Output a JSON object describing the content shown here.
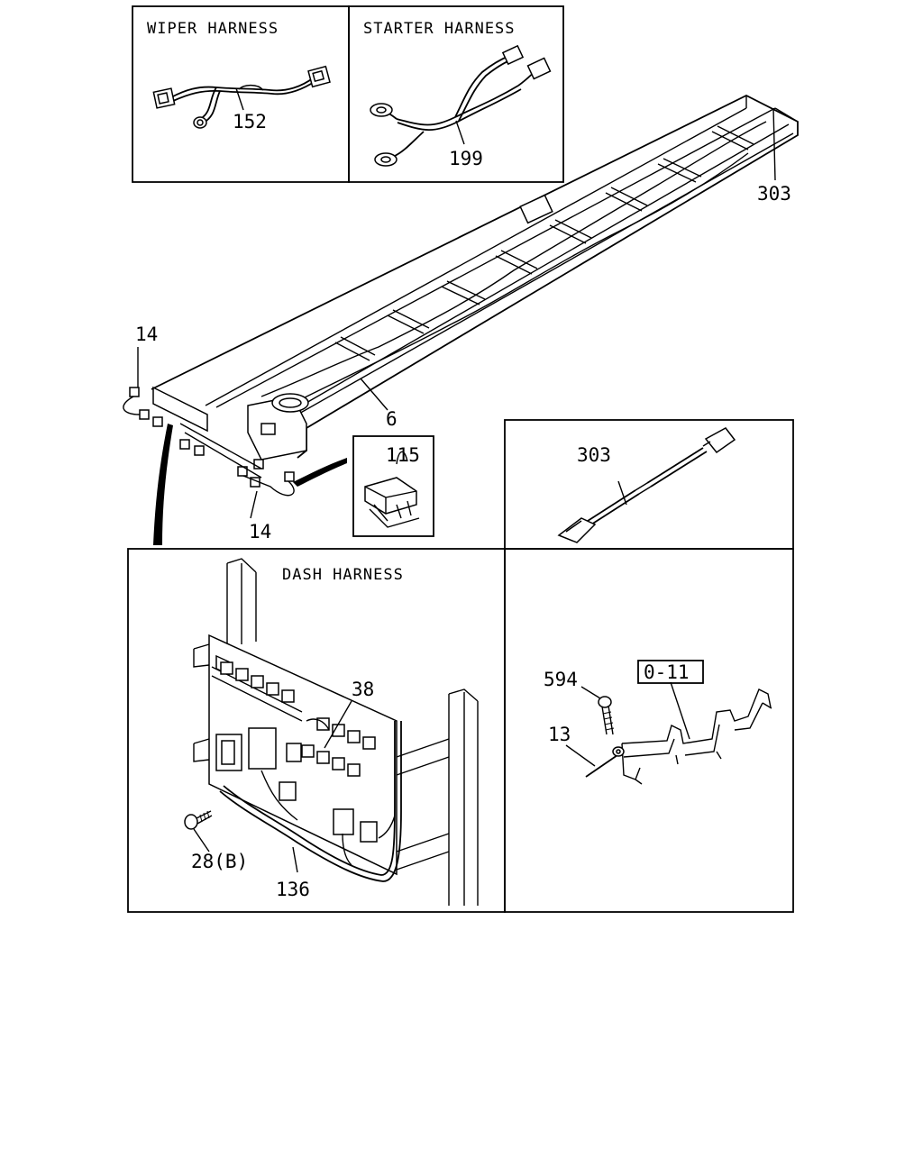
{
  "panels": {
    "wiper": {
      "title": "WIPER HARNESS"
    },
    "starter": {
      "title": "STARTER HARNESS"
    },
    "dash": {
      "title": "DASH HARNESS"
    }
  },
  "callouts": {
    "c152": "152",
    "c199": "199",
    "c303_top": "303",
    "c14_top": "14",
    "c6": "6",
    "c115": "115",
    "c14_bottom": "14",
    "c303_detail": "303",
    "c38": "38",
    "c28b": "28(B)",
    "c136": "136",
    "c594": "594",
    "c13": "13",
    "c011": "0-11"
  }
}
